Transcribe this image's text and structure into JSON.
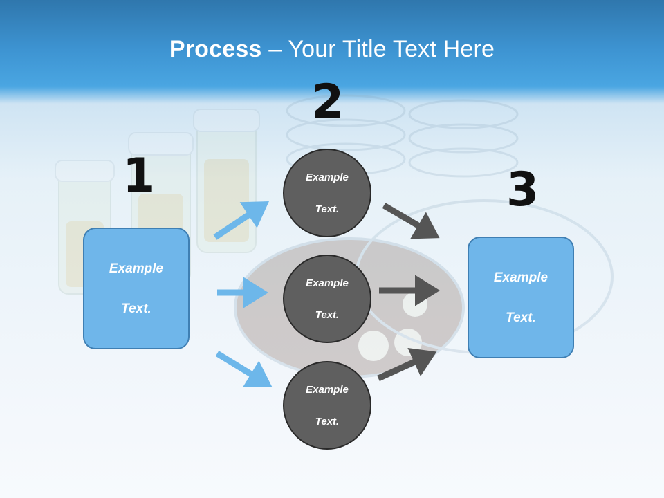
{
  "slide": {
    "title_bold": "Process",
    "title_rest": " – Your Title Text Here"
  },
  "steps": {
    "step1_number": "1",
    "step2_number": "2",
    "step3_number": "3"
  },
  "boxes": {
    "left_text_line1": "Example",
    "left_text_line2": "Text.",
    "right_text_line1": "Example",
    "right_text_line2": "Text."
  },
  "circles": {
    "top_line1": "Example",
    "top_line2": "Text.",
    "middle_line1": "Example",
    "middle_line2": "Text.",
    "bottom_line1": "Example",
    "bottom_line2": "Text."
  },
  "colors": {
    "header_blue": "#3d93d1",
    "box_fill": "#6fb6ea",
    "circle_fill": "#5f5f5f",
    "blue_arrow": "#6db7ea",
    "gray_arrow": "#555555"
  }
}
